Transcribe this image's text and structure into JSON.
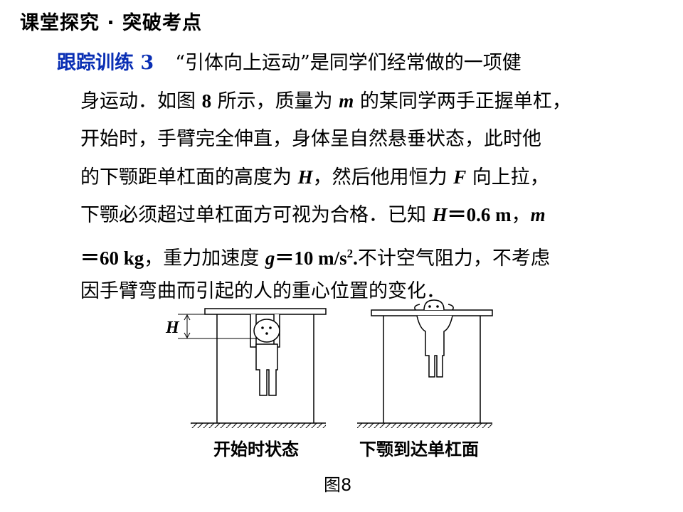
{
  "header": {
    "title": "课堂探究 · 突破考点"
  },
  "problem": {
    "label": "跟踪训练  3",
    "lines": [
      {
        "pre": "“引体向上运动”是同学们经常做的一项健"
      },
      {
        "pre": "身运动．如图 ",
        "fig_num": "8",
        "mid1": " 所示，质量为 ",
        "m": "m",
        "post": " 的某同学两手正握单杠，"
      },
      {
        "pre": "开始时，手臂完全伸直，身体呈自然悬垂状态，此时他"
      },
      {
        "pre": "的下颚距单杠面的高度为 ",
        "H": "H",
        "mid1": "，然后他用恒力 ",
        "F": "F",
        "post": " 向上拉，"
      },
      {
        "pre": "下颚必须超过单杠面方可视为合格．已知 ",
        "H": "H",
        "val1": "＝0.6  m",
        "sep": "，",
        "m": "m"
      },
      {
        "val2": "＝60 kg",
        "mid1": "，重力加速度 ",
        "g": "g",
        "val3": "＝10 m/s",
        "sup": "2",
        "dot": ".",
        "post": "不计空气阻力，不考虑"
      },
      {
        "pre": "因手臂弯曲而引起的人的重心位置的变化．"
      }
    ]
  },
  "figure": {
    "h_label": "H",
    "left_caption": "开始时状态",
    "right_caption": "下颚到达单杠面",
    "caption": "图8"
  }
}
